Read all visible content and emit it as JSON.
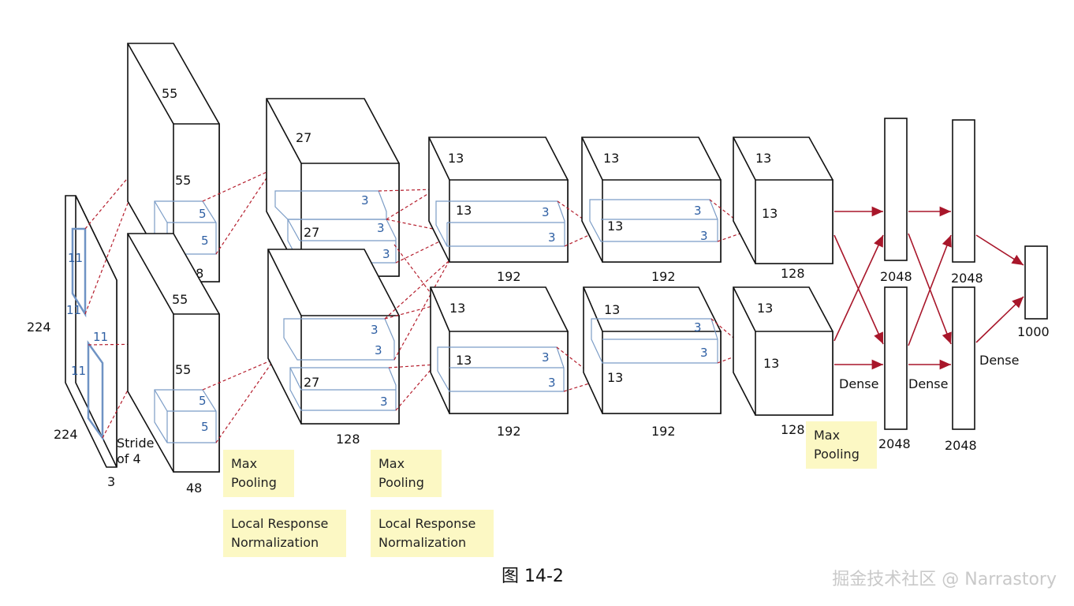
{
  "input": {
    "height": "224",
    "width": "224",
    "channels": "3",
    "kernel_a": "11",
    "kernel_b": "11",
    "kernel_c": "11",
    "kernel_d": "11",
    "stride": [
      "Stride",
      "of 4"
    ]
  },
  "conv1": {
    "top": {
      "depth": "55",
      "height": "55",
      "channels": "48",
      "k1": "5",
      "k2": "5"
    },
    "bottom": {
      "depth": "55",
      "height": "55",
      "channels": "48",
      "k1": "5",
      "k2": "5"
    }
  },
  "conv2": {
    "top": {
      "depth": "27",
      "size": "27",
      "height": "27",
      "channels": "128",
      "k1": "3",
      "k2": "3",
      "k3": "3"
    },
    "bottom": {
      "size": "27",
      "channels": "128",
      "k1": "3",
      "k2": "3",
      "k3": "3"
    }
  },
  "conv3": {
    "top": {
      "depth": "13",
      "height": "13",
      "channels": "192",
      "k1": "3",
      "k2": "3"
    },
    "bottom": {
      "depth": "13",
      "height": "13",
      "channels": "192",
      "k1": "3",
      "k2": "3"
    }
  },
  "conv4": {
    "top": {
      "depth": "13",
      "height": "13",
      "channels": "192",
      "k1": "3",
      "k2": "3"
    },
    "bottom": {
      "depth": "13",
      "height": "13",
      "channels": "192",
      "k1": "3",
      "k2": "3"
    }
  },
  "conv5": {
    "top": {
      "depth": "13",
      "height": "13",
      "channels": "128"
    },
    "bottom": {
      "depth": "13",
      "height": "13",
      "channels": "128"
    }
  },
  "dense": {
    "fc1_top": "2048",
    "fc1_bottom": "2048",
    "fc2_top": "2048",
    "fc2_bottom": "2048",
    "out": "1000",
    "label1": "Dense",
    "label2": "Dense",
    "label3": "Dense"
  },
  "notes": {
    "pool1": [
      "Max",
      "Pooling"
    ],
    "lrn1": [
      "Local Response",
      "Normalization"
    ],
    "pool2": [
      "Max",
      "Pooling"
    ],
    "lrn2": [
      "Local Response",
      "Normalization"
    ],
    "pool3": [
      "Max",
      "Pooling"
    ]
  },
  "caption": "图 14-2",
  "watermark": "掘金技术社区 @ Narrastory",
  "colors": {
    "dashed": "#b51e2d",
    "arrow": "#a8162a",
    "note_bg": "#fcf8c4",
    "kernel": "#7b9cc6"
  }
}
